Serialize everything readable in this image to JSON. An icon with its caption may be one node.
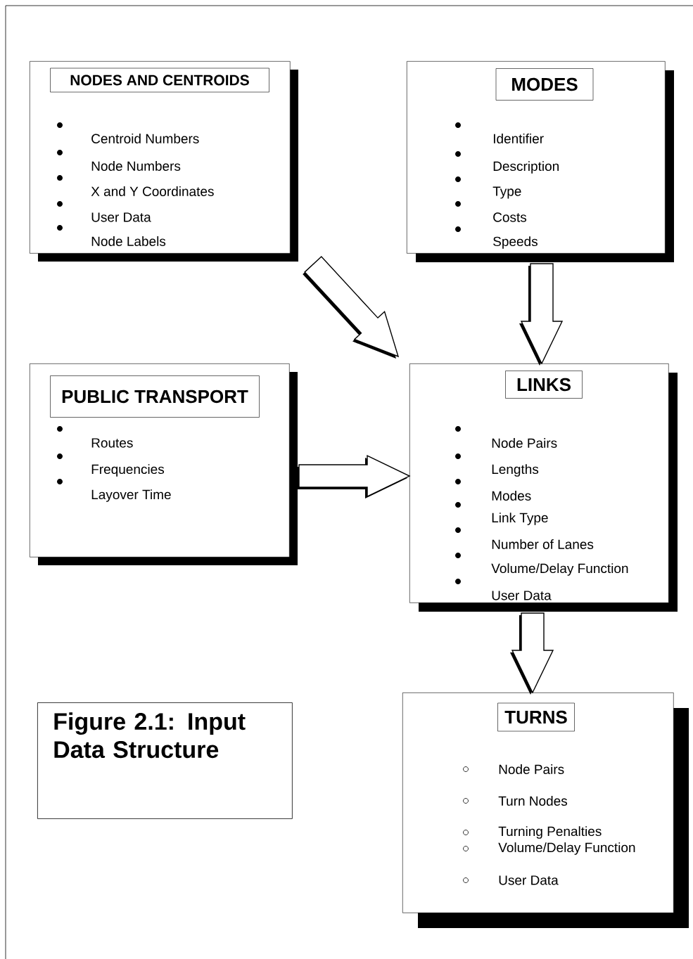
{
  "diagram": {
    "nodes": [
      {
        "text": [
          "NODES AND CENTROIDS",
          "Centroid Numbers",
          "Node Numbers",
          "X and Y Coordinates",
          "User Data",
          "Node Labels"
        ]
      },
      {
        "text": [
          "MODES",
          "Identifier",
          "Description",
          "Type",
          "Costs",
          "Speeds"
        ]
      },
      {
        "text": [
          "PUBLIC TRANSPORT",
          "Routes",
          "Frequencies",
          "Layover Time"
        ]
      },
      {
        "text": [
          "LINKS",
          "Node Pairs",
          "Lengths",
          "Modes",
          "Link Type",
          "Number of Lanes",
          "Volume/Delay Function",
          "User Data"
        ]
      },
      {
        "text": [
          "TURNS",
          "Node Pairs",
          "Turn Nodes",
          "Turning Penalties",
          "Volume/Delay Function",
          "User Data"
        ]
      },
      {
        "text": [
          "Figure 2.1: Input Data Structure"
        ]
      }
    ],
    "edges": [
      {
        "from": 0,
        "to": 3,
        "arrow": "to"
      },
      {
        "from": 1,
        "to": 3,
        "arrow": "to"
      },
      {
        "from": 2,
        "to": 3,
        "arrow": "to"
      },
      {
        "from": 3,
        "to": 4,
        "arrow": "to"
      }
    ]
  }
}
